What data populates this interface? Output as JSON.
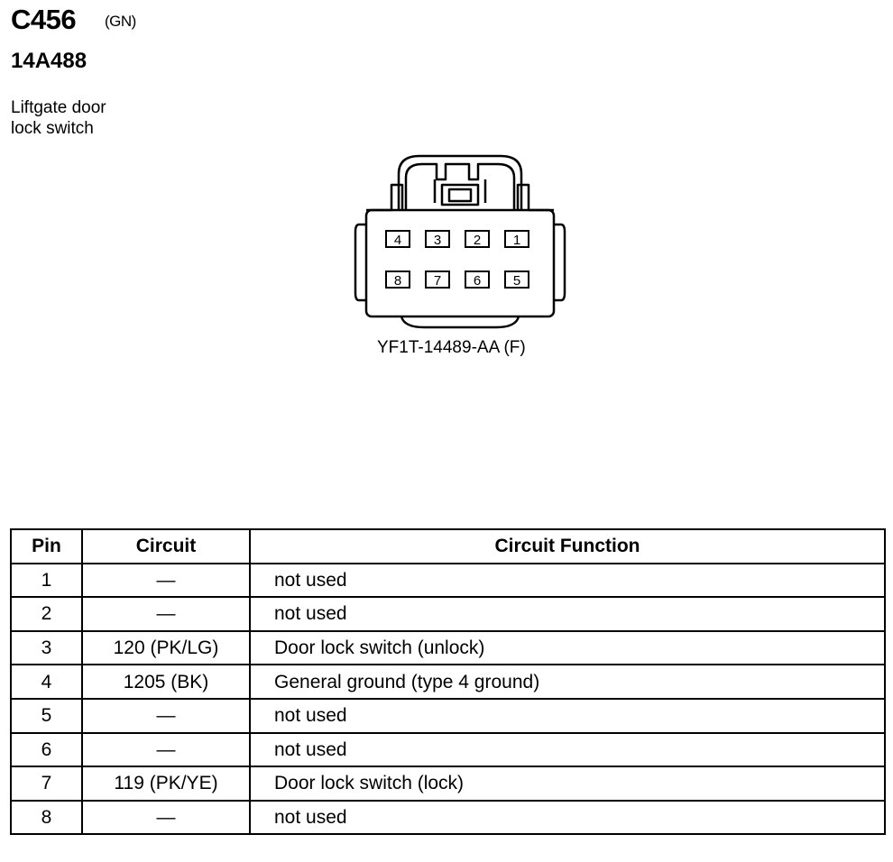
{
  "header": {
    "connector_id": "C456",
    "connector_color": "(GN)",
    "part_number": "14A488",
    "description_line1": "Liftgate door",
    "description_line2": "lock switch"
  },
  "connector": {
    "part_code": "YF1T-14489-AA (F)",
    "pins_top_row": [
      "4",
      "3",
      "2",
      "1"
    ],
    "pins_bottom_row": [
      "8",
      "7",
      "6",
      "5"
    ]
  },
  "table": {
    "headers": [
      "Pin",
      "Circuit",
      "Circuit Function"
    ],
    "rows": [
      {
        "pin": "1",
        "circuit": "—",
        "function": "not used"
      },
      {
        "pin": "2",
        "circuit": "—",
        "function": "not used"
      },
      {
        "pin": "3",
        "circuit": "120 (PK/LG)",
        "function": "Door lock switch (unlock)"
      },
      {
        "pin": "4",
        "circuit": "1205 (BK)",
        "function": "General ground (type 4 ground)"
      },
      {
        "pin": "5",
        "circuit": "—",
        "function": "not used"
      },
      {
        "pin": "6",
        "circuit": "—",
        "function": "not used"
      },
      {
        "pin": "7",
        "circuit": "119 (PK/YE)",
        "function": "Door lock switch (lock)"
      },
      {
        "pin": "8",
        "circuit": "—",
        "function": "not used"
      }
    ]
  }
}
